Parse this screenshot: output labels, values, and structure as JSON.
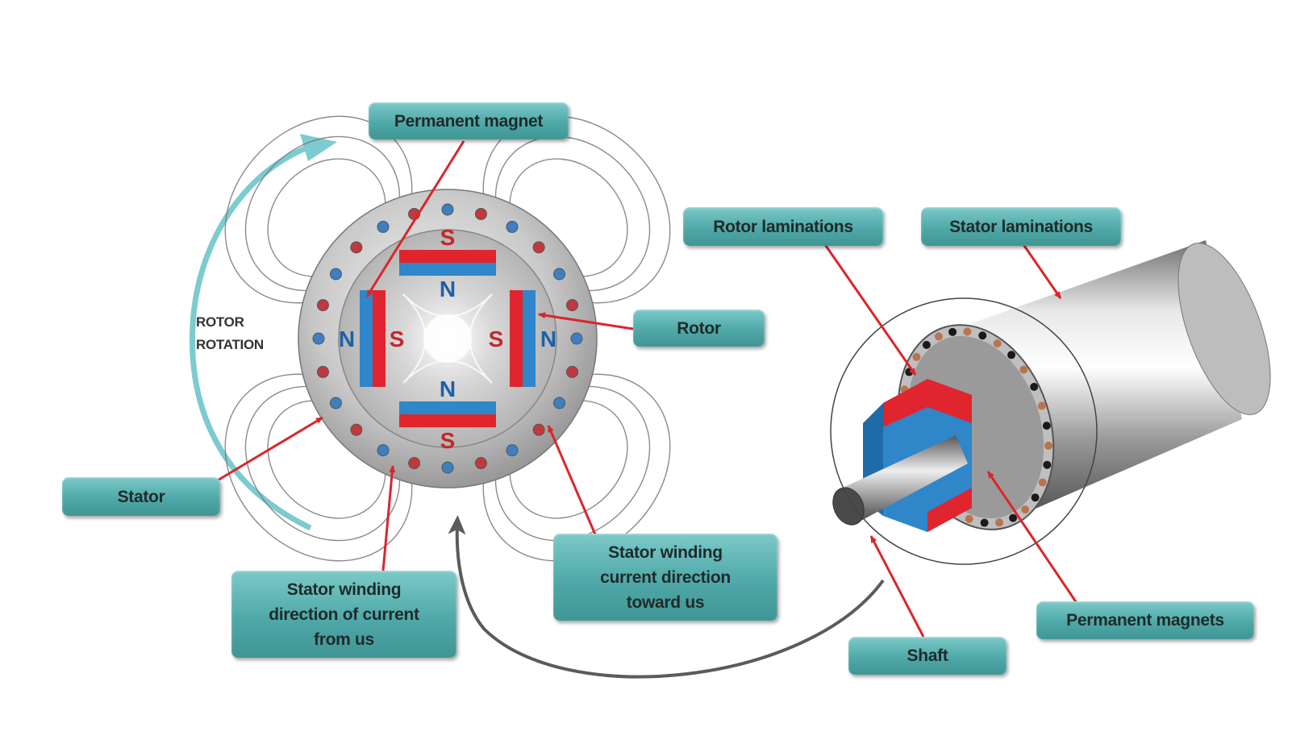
{
  "labels": {
    "permanent_magnet": "Permanent magnet",
    "rotor_laminations": "Rotor laminations",
    "stator_laminations": "Stator laminations",
    "rotor": "Rotor",
    "stator": "Stator",
    "stator_winding_from_us": "Stator winding\ndirection of current\nfrom us",
    "stator_winding_toward_us": "Stator  winding\ncurrent direction\ntoward us",
    "shaft": "Shaft",
    "permanent_magnets": "Permanent magnets"
  },
  "rotor_rotation": "ROTOR\nROTATION",
  "poles": {
    "north": "N",
    "south": "S"
  },
  "colors": {
    "label_fill": "#4fa9a8",
    "leader": "#d9262c",
    "magnet_red": "#e0252f",
    "magnet_blue": "#2f86c9",
    "rotation_arrow": "#7ccbd0",
    "pole_n": "#1f5fa8",
    "pole_s": "#c4262e"
  },
  "icons": [
    "rotation-arrow-icon",
    "connector-arrow-icon"
  ]
}
